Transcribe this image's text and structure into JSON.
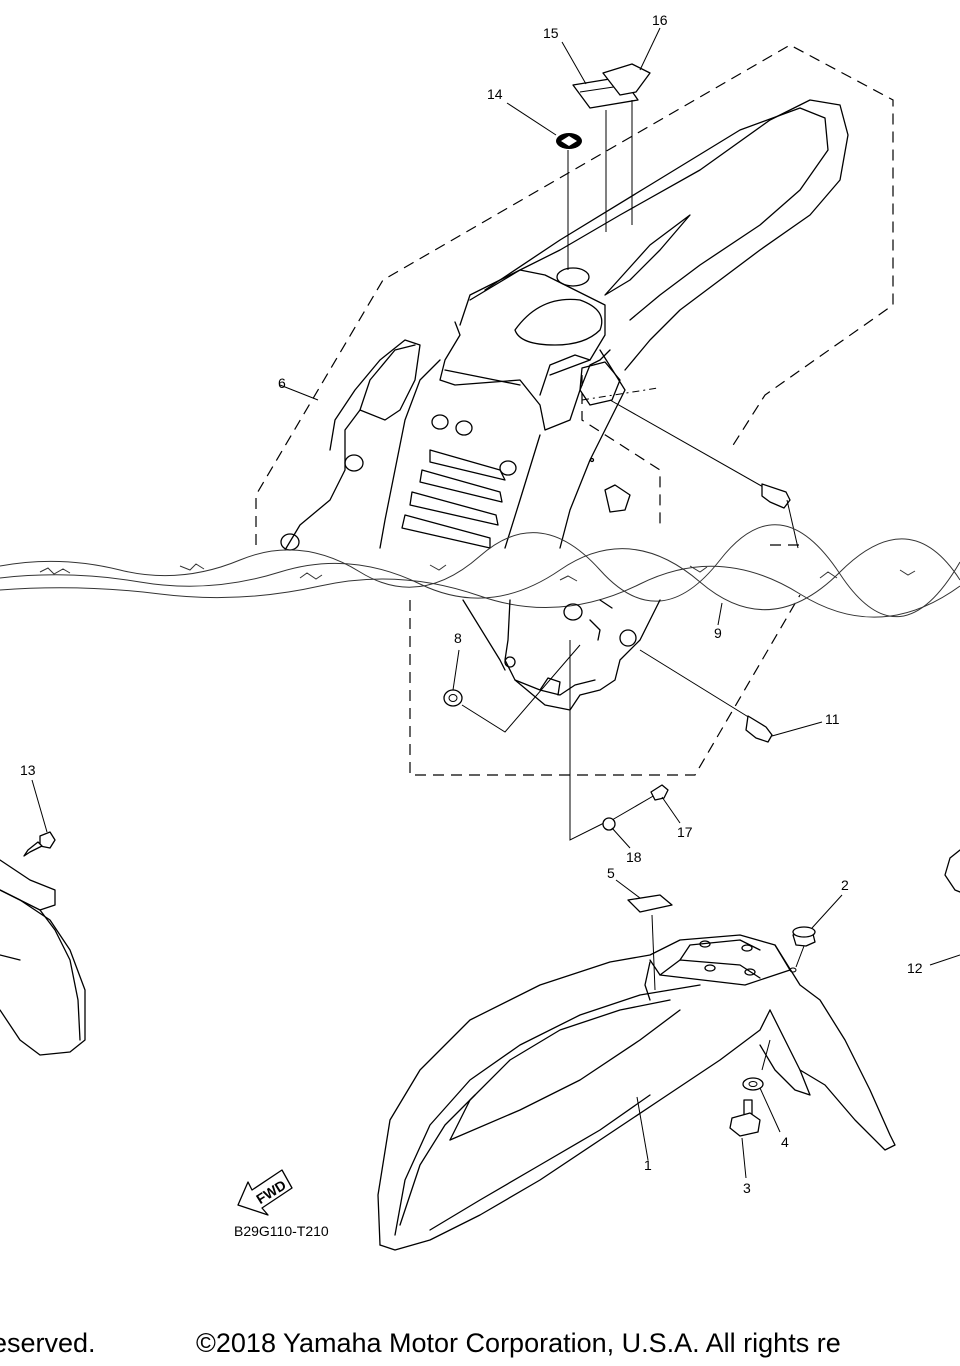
{
  "callouts": [
    "1",
    "2",
    "3",
    "4",
    "5",
    "6",
    "8",
    "9",
    "11",
    "12",
    "13",
    "14",
    "15",
    "16",
    "17",
    "18"
  ],
  "fwd_label": "FWD",
  "diagram_code": "B29G110-T210",
  "footer": {
    "left": "eserved.",
    "right": "©2018 Yamaha Motor Corporation, U.S.A. All rights re"
  }
}
